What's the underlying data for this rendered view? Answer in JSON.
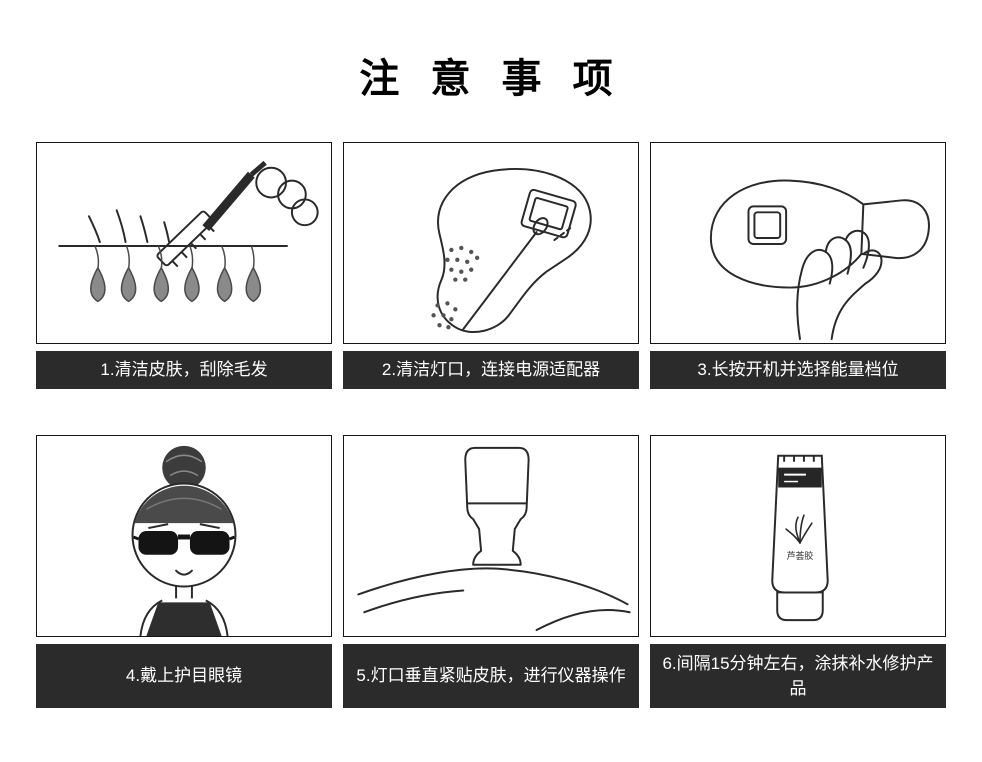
{
  "page": {
    "title": "注 意 事 项",
    "background": "#ffffff",
    "caption_bg": "#2b2b2b",
    "caption_text_color": "#ffffff",
    "line_color": "#2a2a2a"
  },
  "steps": [
    {
      "caption": "1.清洁皮肤，刮除毛发",
      "illustration": "razor-shaving"
    },
    {
      "caption": "2.清洁灯口，连接电源适配器",
      "illustration": "clean-lamp-port-connect-adapter"
    },
    {
      "caption": "3.长按开机并选择能量档位",
      "illustration": "press-power-select-energy-level"
    },
    {
      "caption": "4.戴上护目眼镜",
      "illustration": "wear-protective-goggles"
    },
    {
      "caption": "5.灯口垂直紧贴皮肤，进行仪器操作",
      "illustration": "device-perpendicular-on-skin"
    },
    {
      "caption": "6.间隔15分钟左右，涂抹补水修护产品",
      "illustration": "apply-moisturizing-repair-product",
      "tube_label": "芦荟胶"
    }
  ]
}
